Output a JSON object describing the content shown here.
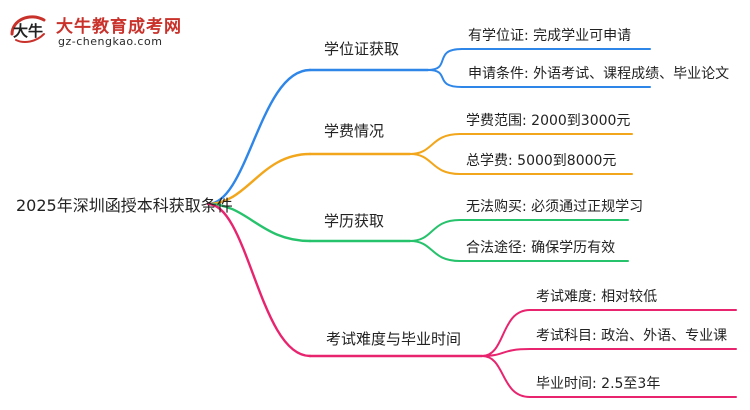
{
  "brand": {
    "site_name": "大牛教育成考网",
    "site_url": "gz-chengkao.com",
    "mark_text": "大牛",
    "primary_color": "#c9312b"
  },
  "mindmap": {
    "root": "2025年深圳函授本科获取条件",
    "branches": [
      {
        "title": "学位证获取",
        "color": "#2e86e8",
        "items": [
          "有学位证: 完成学业可申请",
          "申请条件: 外语考试、课程成绩、毕业论文"
        ]
      },
      {
        "title": "学费情况",
        "color": "#f2a61b",
        "items": [
          "学费范围: 2000到3000元",
          "总学费: 5000到8000元"
        ]
      },
      {
        "title": "学历获取",
        "color": "#27c26c",
        "items": [
          "无法购买: 必须通过正规学习",
          "合法途径: 确保学历有效"
        ]
      },
      {
        "title": "考试难度与毕业时间",
        "color": "#e8246f",
        "items": [
          "考试难度: 相对较低",
          "考试科目: 政治、外语、专业课",
          "毕业时间: 2.5至3年"
        ]
      }
    ]
  }
}
